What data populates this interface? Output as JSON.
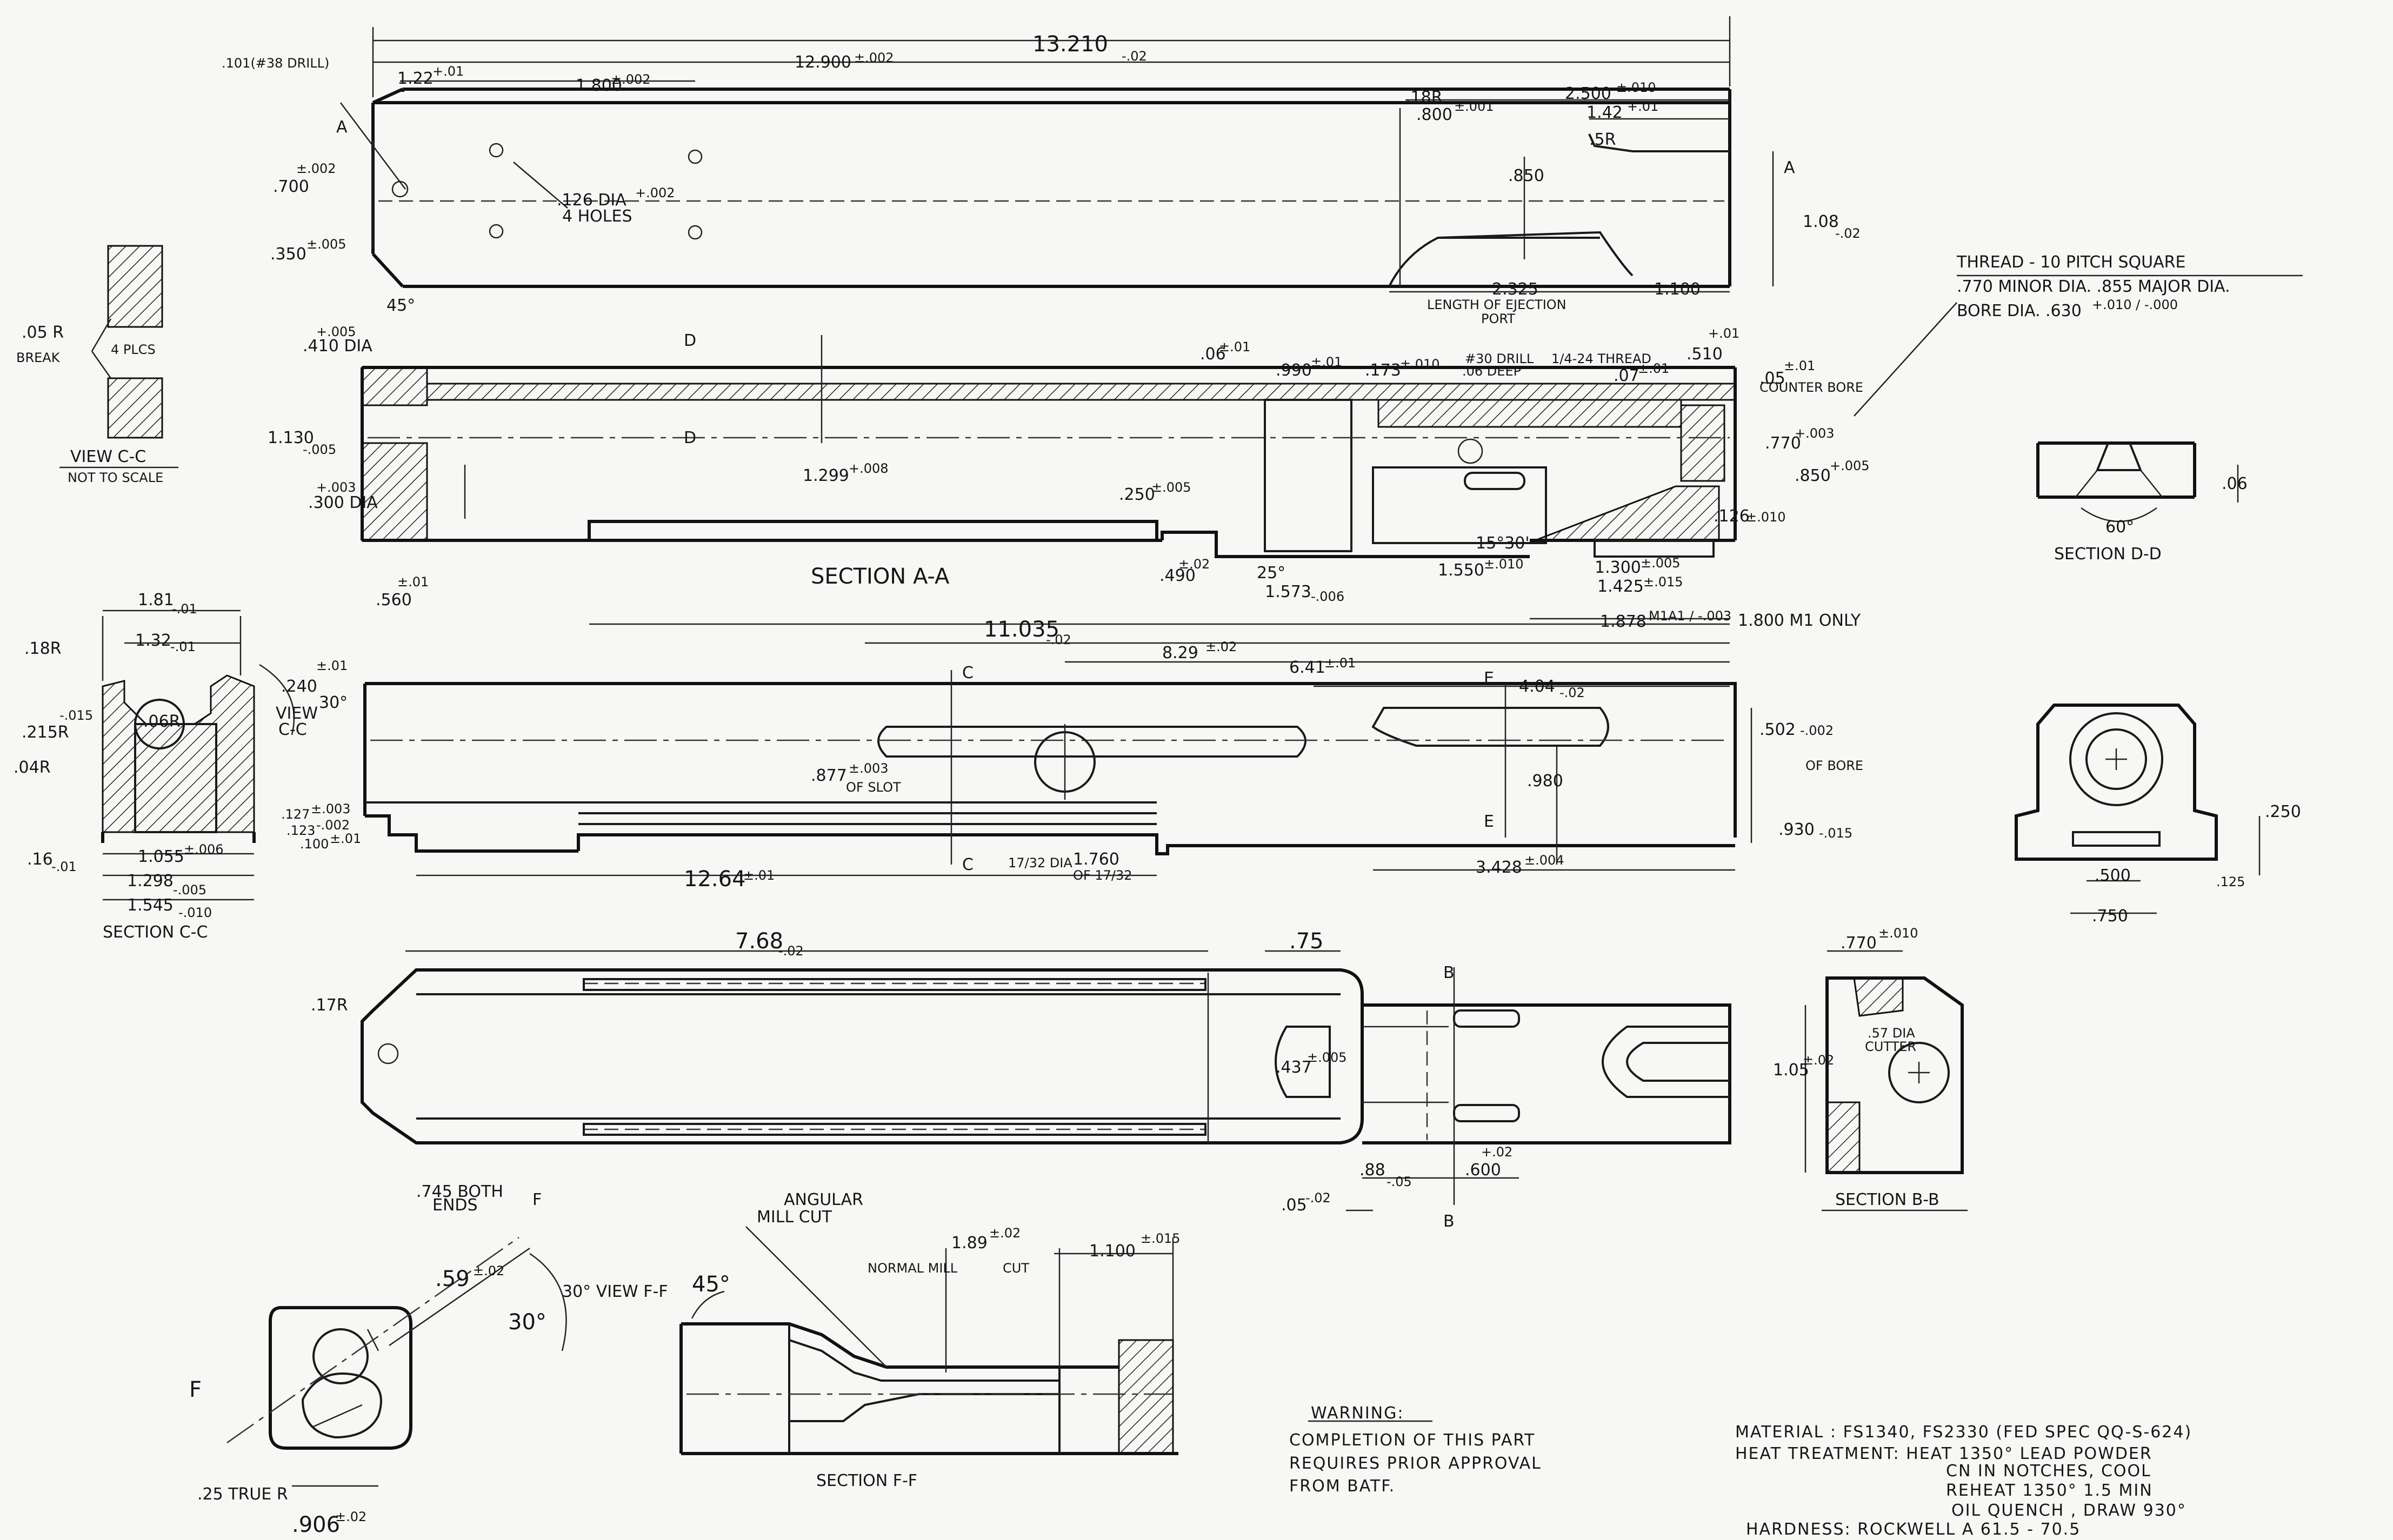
{
  "dims": {
    "d13210": "13.210",
    "d13210tol": "-.02",
    "d12900": "12.900",
    "d12900tol": "±.002",
    "d101": ".101(#38 DRILL)",
    "d122": "1.22",
    "d122tol": "+.01",
    "d1800": "1.800",
    "d1800tol": "±.002",
    "d18r": ".18R",
    "d800": ".800",
    "d800tol": "±.001",
    "d2500": "2.500",
    "d2500tol": "±.010",
    "d142": "1.42",
    "d142tol": "+.01",
    "d5r": ".5R",
    "dA": "A",
    "d002": "±.002",
    "d700": ".700",
    "d126": ".126 DIA",
    "d126tol": "+.002",
    "d4holes": "4 HOLES",
    "d850top": ".850",
    "d108": "1.08",
    "d108tol": "-.02",
    "d350": ".350",
    "d350tol": "±.005",
    "d45": "45°",
    "d2325": "2.325",
    "dLenEject": "LENGTH OF EJECTION",
    "dPort": "PORT",
    "d1100": "1.100",
    "d05r": ".05 R",
    "dBreak": "BREAK",
    "d4plcs": "4 PLCS",
    "viewCC": "VIEW  C-C",
    "notToScale": "NOT TO SCALE",
    "thread1": "THREAD - 10 PITCH SQUARE",
    "thread2": ".770 MINOR DIA. .855 MAJOR DIA.",
    "thread3": "BORE DIA. .630",
    "thread3tol": "+.010 / -.000",
    "d410": ".410 DIA",
    "d410tol": "+.005",
    "d130": "1.130",
    "d130tol": "-.005",
    "d300": ".300 DIA",
    "d300tol": "+.003",
    "dD": "D",
    "d1299": "1.299",
    "d1299tol": "+.008",
    "d06": ".06",
    "d06tol": "±.01",
    "d990": ".990",
    "d990tol": "±.01",
    "d173": ".173",
    "d173tol": "±.010",
    "d30drill": "#30 DRILL",
    "d06deep": ".06 DEEP",
    "d424": "1/4-24 THREAD",
    "d07": ".07",
    "d07tol": "±.01",
    "d510": ".510",
    "d510tol": "+.01",
    "d05cb": ".05",
    "d05cbtol": "±.01",
    "dCounterBore": "COUNTER BORE",
    "d770": ".770",
    "d770tol": "+.003",
    "d850": ".850",
    "d850tol": "+.005",
    "d126b": ".126",
    "d126btol": "±.010",
    "d250": ".250",
    "d250tol": "±.005",
    "d490": ".490",
    "d490tol": "±.02",
    "d25": "25°",
    "d1573": "1.573",
    "d1573tol": "-.006",
    "d1550": "1.550",
    "d1550tol": "±.010",
    "d1530": "15°30'",
    "d1300": "1.300",
    "d1300tol": "±.005",
    "d1425": "1.425",
    "d1425tol": "±.015",
    "d560": ".560",
    "d560tol": "±.01",
    "sectionAA": "SECTION  A-A",
    "d11035": "11.035",
    "d11035tol": "-.02",
    "d1878": "1.878",
    "d1878tol": "M1A1 / -.003",
    "d1800m1": "1.800 M1 ONLY",
    "d06dd": ".06",
    "d60": "60°",
    "sectionDD": "SECTION  D-D",
    "d181": "1.81",
    "d181tol": "-.01",
    "d132": "1.32",
    "d132tol": "-.01",
    "d18rs": ".18R",
    "d06r": ".06R",
    "d240": ".240",
    "d240tol": "±.01",
    "d30v": "30°",
    "dView": "VIEW",
    "dCC": "C-C",
    "d215r": ".215R",
    "d215tol": "-.015",
    "d04r": ".04R",
    "d16": ".16",
    "d16tol": "-.01",
    "d1055": "1.055",
    "d1055tol": "±.006",
    "d1298": "1.298",
    "d1298tol": "-.005",
    "d1545": "1.545",
    "d1545tol": "-.010",
    "d127": ".127",
    "d127tol": "±.003",
    "d123": ".123",
    "d123tol": "-.002",
    "d100": ".100",
    "d100tol": "±.01",
    "sectionCC": "SECTION  C-C",
    "d829": "8.29",
    "d829tol": "±.02",
    "d641": "6.41",
    "d641tol": "±.01",
    "dC1": "C",
    "dC2": "C",
    "dE1": "E",
    "dE2": "E",
    "d404": "4.04",
    "d404tol": "-.02",
    "d502": ".502",
    "d502tol": "-.002",
    "dOfBore": "OF BORE",
    "d877": ".877",
    "d877tol": "±.003",
    "dOfSlot": "OF SLOT",
    "d980": ".980",
    "d930": ".930",
    "d930tol": "-.015",
    "d1732": "17/32 DIA",
    "d1760": "1.760",
    "dOf1732": "OF 17/32",
    "d1264": "12.64",
    "d1264tol": "±.01",
    "d3428": "3.428",
    "d3428tol": "±.004",
    "d250e": ".250",
    "d500": ".500",
    "d125": ".125",
    "d750e": ".750",
    "d768": "7.68",
    "d768tol": "-.02",
    "d75": ".75",
    "d17r": ".17R",
    "dB1": "B",
    "dB2": "B",
    "d437": ".437",
    "d437tol": "±.005",
    "d05": ".05",
    "d05tol": "-.02",
    "d88": ".88",
    "d88tol": "-.05",
    "d600": ".600",
    "d600tol": "+.02",
    "d770b": ".770",
    "d770btol": "±.010",
    "d57": ".57 DIA",
    "dCutter": "CUTTER",
    "d105": "1.05",
    "d105tol": "±.02",
    "sectionBB": "SECTION  B-B",
    "d745": ".745 BOTH",
    "dEnds": "ENDS",
    "dF1": "F",
    "dF2": "F",
    "d59": ".59",
    "d59tol": "±.02",
    "d30f": "30°",
    "d30vf": "30° VIEW F-F",
    "d25r": ".25 TRUE R",
    "d906": ".906",
    "d906tol": "±.02",
    "angMill1": "ANGULAR",
    "angMill2": "MILL CUT",
    "d189": "1.89",
    "d189tol": "±.02",
    "normalMill": "NORMAL MILL",
    "cut": "CUT",
    "d1100b": "1.100",
    "d1100btol": "±.015",
    "d45b": "45°",
    "sectionFF": "SECTION  F-F"
  },
  "notes": {
    "warningTitle": "WARNING:",
    "warning1": "COMPLETION OF THIS PART",
    "warning2": "REQUIRES PRIOR APPROVAL",
    "warning3": "FROM BATF.",
    "material": "MATERIAL : FS1340, FS2330 (FED SPEC QQ-S-624)",
    "heat1": "HEAT TREATMENT: HEAT 1350° LEAD POWDER",
    "heat2": "CN IN NOTCHES, COOL",
    "heat3": "REHEAT 1350°  1.5 MIN",
    "heat4": "OIL QUENCH , DRAW 930°",
    "hardness": "HARDNESS:  ROCKWELL  A 61.5 - 70.5"
  }
}
